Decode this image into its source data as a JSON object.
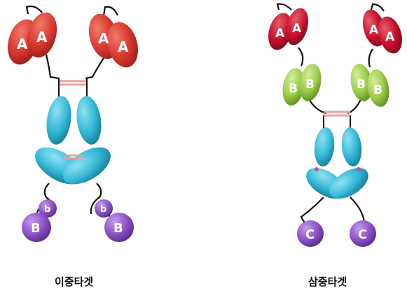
{
  "diagram": {
    "left": {
      "caption": "이중타겟",
      "domain_labels": {
        "a": "A",
        "b_small": "b",
        "b_large": "B"
      }
    },
    "right": {
      "caption": "삼중타겟",
      "domain_labels": {
        "a": "A",
        "b": "B",
        "c": "C"
      }
    }
  },
  "colors": {
    "domain_a_bispecific": "#d9382e",
    "domain_a_trispecific": "#c8102e",
    "domain_b_trispecific": "#9ccc4a",
    "fc_domain": "#33b8d6",
    "purple_domain": "#8a4fc2",
    "hinge_disulfide": "#e8a0a0",
    "linker": "#111111"
  }
}
